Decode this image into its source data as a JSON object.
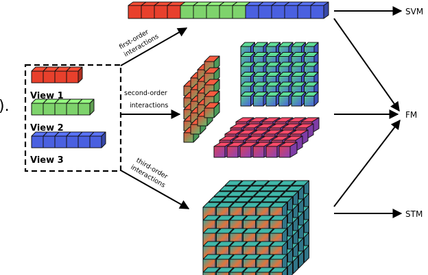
{
  "views": [
    {
      "label": "View 1",
      "color": "#e8402c",
      "count": 4
    },
    {
      "label": "View 2",
      "color": "#7ed36c",
      "count": 5
    },
    {
      "label": "View 3",
      "color": "#4a60e0",
      "count": 6
    }
  ],
  "edge_labels": {
    "first_order": [
      "first-order",
      "interactions"
    ],
    "second_order": [
      "second-order",
      "interactions"
    ],
    "third_order": [
      "third-order",
      "interactions"
    ]
  },
  "outputs": {
    "svm": "SVM",
    "fm": "FM",
    "stm": "STM"
  },
  "stray_text": ").",
  "colors": {
    "red": "#e8402c",
    "green": "#7ed36c",
    "blue": "#4a60e0",
    "purple": "#b04aa8",
    "teal": "#3aa69a",
    "orange": "#e88a3c"
  },
  "icons": [
    "cube-icon",
    "arrow-icon"
  ]
}
